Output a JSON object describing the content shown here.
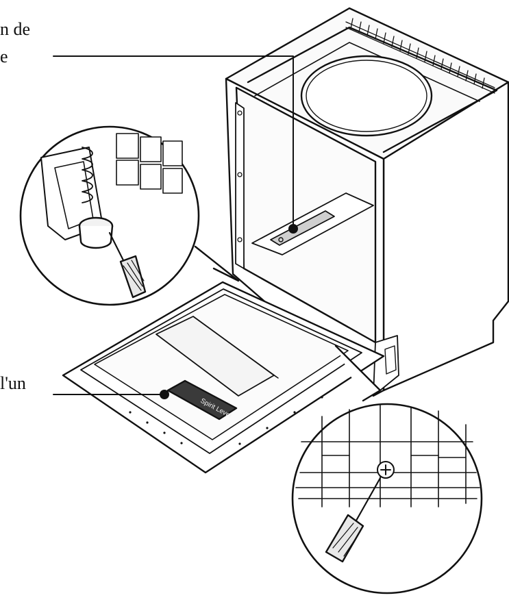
{
  "figure": {
    "callout_top_text_line1": "n de",
    "callout_top_text_line2": "e",
    "callout_bottom_text": "l'un",
    "spirit_level_text": "Spirit Level"
  },
  "colors": {
    "stroke": "#111111",
    "fill_light": "#f2f2f2",
    "fill_mid": "#cfcfcf",
    "level_dark": "#3a3a3a"
  }
}
